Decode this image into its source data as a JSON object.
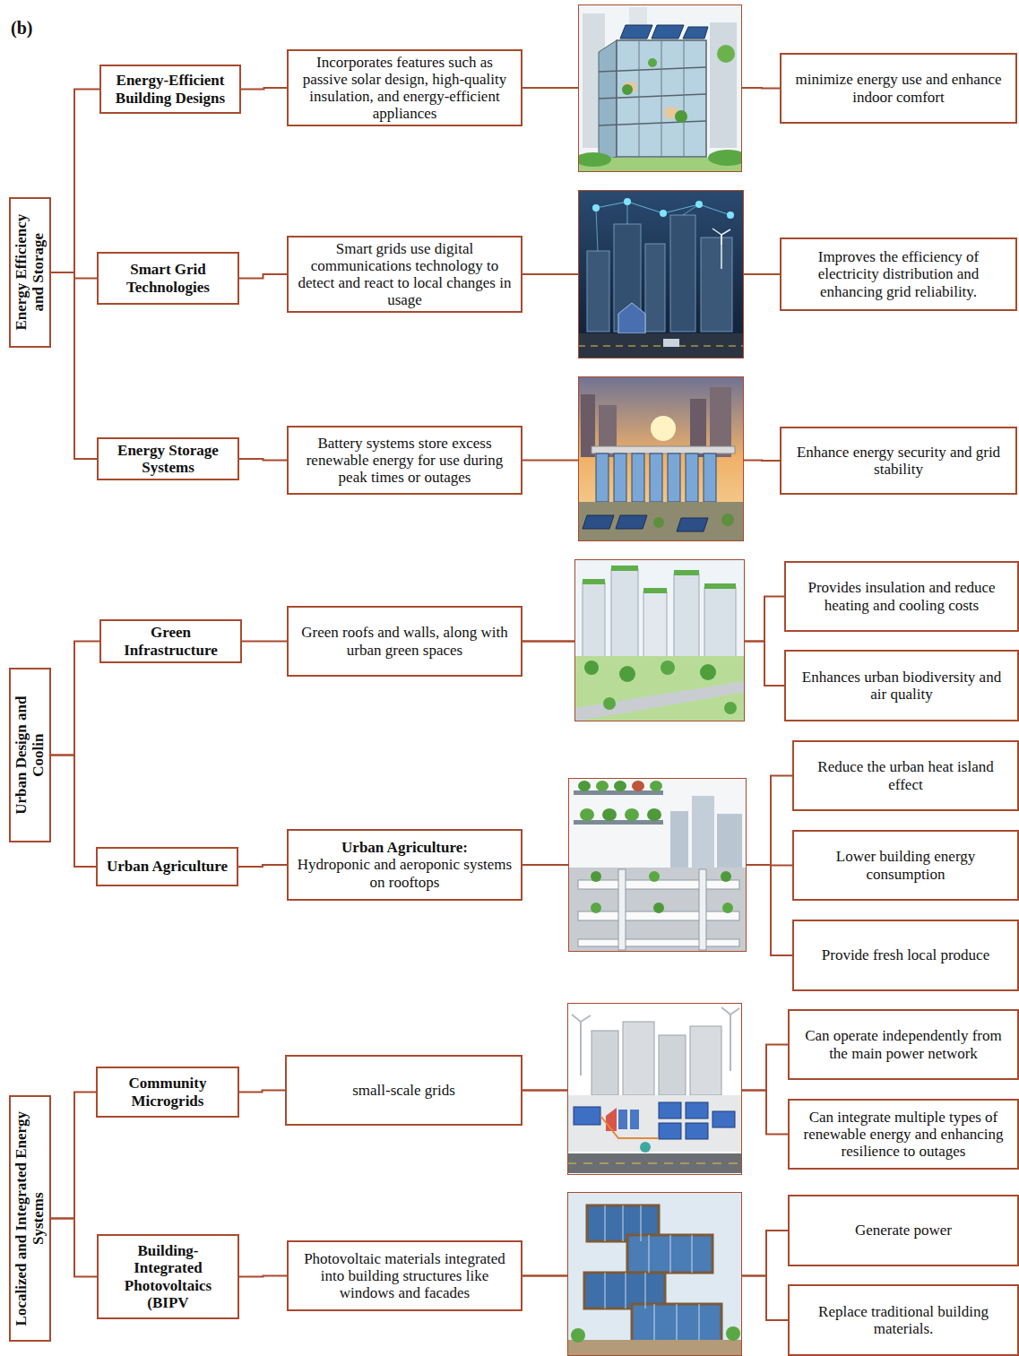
{
  "diagram": {
    "nodes": [
      {
        "text": [
          "Energy Efficiency and Storage"
        ]
      },
      {
        "text": [
          "Energy-Efficient Building Designs"
        ]
      },
      {
        "text": [
          "Incorporates features such as passive solar design, high-quality insulation, and energy-efficient appliances"
        ]
      },
      {
        "text": [
          "minimize energy use and enhance indoor comfort"
        ]
      },
      {
        "text": [
          "Smart Grid Technologies"
        ]
      },
      {
        "text": [
          "Smart grids use digital communications technology to detect and react to local changes in usage"
        ]
      },
      {
        "text": [
          "Improves the efficiency of electricity distribution and enhancing grid reliability."
        ]
      },
      {
        "text": [
          "Energy Storage Systems"
        ]
      },
      {
        "text": [
          "Battery systems store excess renewable energy for use during peak times or outages"
        ]
      },
      {
        "text": [
          "Enhance energy security and grid stability"
        ]
      },
      {
        "text": [
          "Urban Design and Coolin"
        ]
      },
      {
        "text": [
          "Green Infrastructure"
        ]
      },
      {
        "text": [
          "Green roofs and walls, along with urban green spaces"
        ]
      },
      {
        "text": [
          "Provides insulation and reduce heating and cooling costs"
        ]
      },
      {
        "text": [
          "Enhances urban biodiversity and air quality"
        ]
      },
      {
        "text": [
          "Urban Agriculture"
        ]
      },
      {
        "text": [
          "Urban Agriculture:",
          "Hydroponic and aeroponic systems on rooftops"
        ]
      },
      {
        "text": [
          "Reduce the urban heat island effect"
        ]
      },
      {
        "text": [
          "Lower building energy consumption"
        ]
      },
      {
        "text": [
          "Provide fresh local produce"
        ]
      },
      {
        "text": [
          "Localized and Integrated Energy Systems"
        ]
      },
      {
        "text": [
          "Community Microgrids"
        ]
      },
      {
        "text": [
          "small-scale grids"
        ]
      },
      {
        "text": [
          "Can operate independently from the main power network"
        ]
      },
      {
        "text": [
          "Can integrate multiple types of renewable energy and enhancing resilience to outages"
        ]
      },
      {
        "text": [
          "Building-Integrated Photovoltaics (BIPV"
        ]
      },
      {
        "text": [
          "Photovoltaic materials integrated into building structures like windows and facades"
        ]
      },
      {
        "text": [
          "Generate power"
        ]
      },
      {
        "text": [
          "Replace traditional building materials."
        ]
      }
    ],
    "edges": [
      {
        "from": 0,
        "to": 1,
        "arrow": "none"
      },
      {
        "from": 0,
        "to": 4,
        "arrow": "none"
      },
      {
        "from": 0,
        "to": 7,
        "arrow": "none"
      },
      {
        "from": 1,
        "to": 2,
        "arrow": "none"
      },
      {
        "from": 4,
        "to": 5,
        "arrow": "none"
      },
      {
        "from": 7,
        "to": 8,
        "arrow": "none"
      },
      {
        "from": 2,
        "to": 3,
        "arrow": "none"
      },
      {
        "from": 5,
        "to": 6,
        "arrow": "none"
      },
      {
        "from": 8,
        "to": 9,
        "arrow": "none"
      },
      {
        "from": 10,
        "to": 11,
        "arrow": "none"
      },
      {
        "from": 10,
        "to": 15,
        "arrow": "none"
      },
      {
        "from": 11,
        "to": 12,
        "arrow": "none"
      },
      {
        "from": 15,
        "to": 16,
        "arrow": "none"
      },
      {
        "from": 12,
        "to": 13,
        "arrow": "none"
      },
      {
        "from": 12,
        "to": 14,
        "arrow": "none"
      },
      {
        "from": 16,
        "to": 17,
        "arrow": "none"
      },
      {
        "from": 16,
        "to": 18,
        "arrow": "none"
      },
      {
        "from": 16,
        "to": 19,
        "arrow": "none"
      },
      {
        "from": 20,
        "to": 21,
        "arrow": "none"
      },
      {
        "from": 20,
        "to": 25,
        "arrow": "none"
      },
      {
        "from": 21,
        "to": 22,
        "arrow": "none"
      },
      {
        "from": 25,
        "to": 26,
        "arrow": "none"
      },
      {
        "from": 22,
        "to": 23,
        "arrow": "none"
      },
      {
        "from": 22,
        "to": 24,
        "arrow": "none"
      },
      {
        "from": 26,
        "to": 27,
        "arrow": "none"
      },
      {
        "from": 26,
        "to": 28,
        "arrow": "none"
      }
    ],
    "labels": [
      "(b)"
    ]
  }
}
